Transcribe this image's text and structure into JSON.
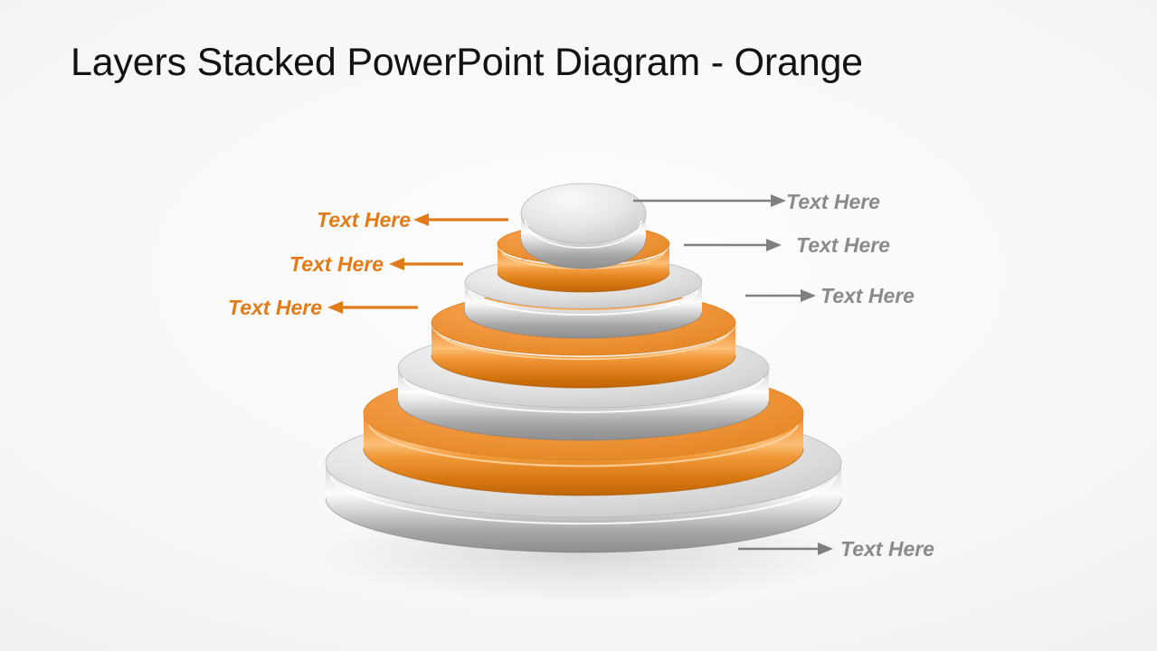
{
  "slide": {
    "title": "Layers Stacked PowerPoint Diagram - Orange",
    "background_color": "#F2F2F2"
  },
  "colors": {
    "orange": "#F0953F",
    "orange_dark": "#D2740F",
    "orange_label": "#E07B18",
    "gray_label": "#8A8A8A",
    "gray_arrow": "#7F7F7F",
    "silver_light": "#F2F2F2",
    "silver_mid": "#D9D9D9",
    "silver_dark": "#9A9A9A",
    "title_color": "#121212"
  },
  "diagram": {
    "name": "layers-stacked-3d-pyramid",
    "layer_count": 7,
    "layers": [
      {
        "index": 1,
        "position": "top",
        "color_name": "silver",
        "fill": "#DCDCDC"
      },
      {
        "index": 2,
        "position": "second",
        "color_name": "orange",
        "fill": "#F0953F"
      },
      {
        "index": 3,
        "position": "third",
        "color_name": "silver",
        "fill": "#DCDCDC"
      },
      {
        "index": 4,
        "position": "fourth",
        "color_name": "orange",
        "fill": "#F0953F"
      },
      {
        "index": 5,
        "position": "fifth",
        "color_name": "silver",
        "fill": "#DCDCDC"
      },
      {
        "index": 6,
        "position": "sixth",
        "color_name": "orange",
        "fill": "#F0953F"
      },
      {
        "index": 7,
        "position": "bottom",
        "color_name": "silver",
        "fill": "#DCDCDC"
      }
    ]
  },
  "callouts": {
    "left": [
      {
        "id": "left-1",
        "label": "Text Here",
        "arrow": "arrow-left-icon"
      },
      {
        "id": "left-2",
        "label": "Text Here",
        "arrow": "arrow-left-icon"
      },
      {
        "id": "left-3",
        "label": "Text Here",
        "arrow": "arrow-left-icon"
      }
    ],
    "right": [
      {
        "id": "right-1",
        "label": "Text Here",
        "arrow": "arrow-right-icon"
      },
      {
        "id": "right-2",
        "label": "Text Here",
        "arrow": "arrow-right-icon"
      },
      {
        "id": "right-3",
        "label": "Text Here",
        "arrow": "arrow-right-icon"
      },
      {
        "id": "right-4",
        "label": "Text Here",
        "arrow": "arrow-right-icon"
      }
    ]
  }
}
